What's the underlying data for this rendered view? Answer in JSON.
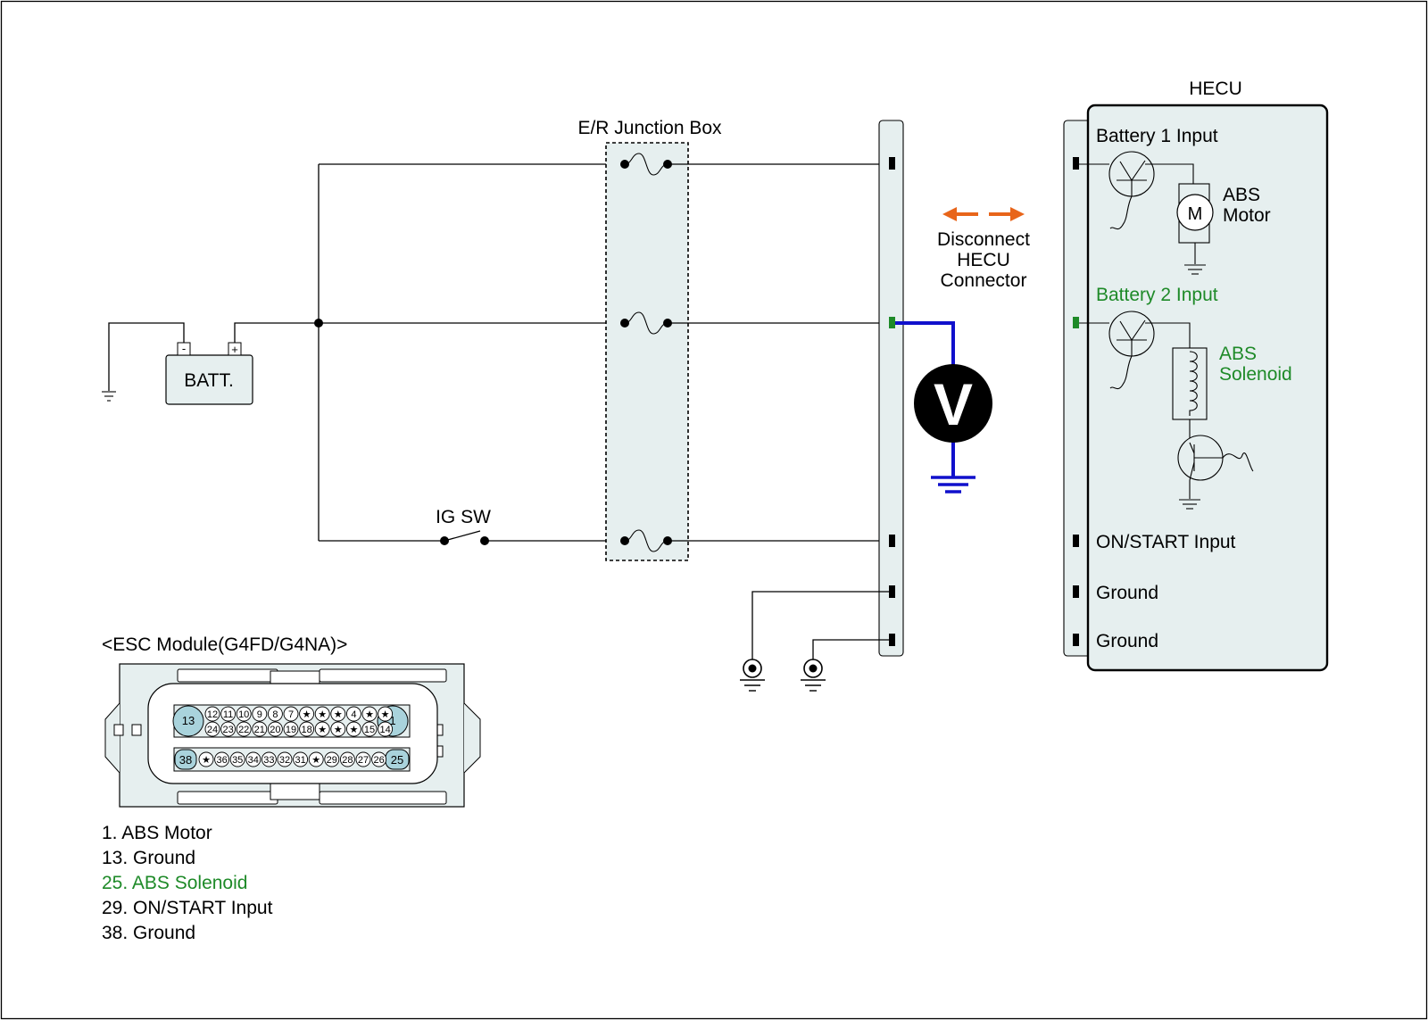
{
  "colors": {
    "panel_fill": "#e6efef",
    "meter_wire": "#1010cc",
    "arrow": "#e8651a",
    "highlight_text": "#1e8a28",
    "pin_marker": "#000000",
    "pin_marker_active": "#1e8a28",
    "connector_cavity": "#a9d3dc"
  },
  "junction_box": {
    "title": "E/R Junction Box"
  },
  "battery": {
    "label": "BATT.",
    "neg": "-",
    "pos": "+"
  },
  "ig_switch": {
    "label": "IG SW"
  },
  "disconnect": {
    "line1": "Disconnect",
    "line2": "HECU",
    "line3": "Connector"
  },
  "voltmeter": {
    "symbol": "V"
  },
  "hecu": {
    "title": "HECU",
    "battery1": "Battery 1 Input",
    "motor_line1": "ABS",
    "motor_line2": "Motor",
    "motor_symbol": "M",
    "battery2": "Battery 2 Input",
    "solenoid_line1": "ABS",
    "solenoid_line2": "Solenoid",
    "on_start": "ON/START Input",
    "ground1": "Ground",
    "ground2": "Ground"
  },
  "esc": {
    "title": "<ESC Module(G4FD/G4NA)>",
    "big_pins": {
      "tl": "13",
      "tr": "1",
      "bl": "38",
      "br": "25"
    },
    "row1": [
      "12",
      "11",
      "10",
      "9",
      "8",
      "7",
      "★",
      "★",
      "★",
      "4",
      "★",
      "★"
    ],
    "row2": [
      "24",
      "23",
      "22",
      "21",
      "20",
      "19",
      "18",
      "★",
      "★",
      "★",
      "15",
      "14"
    ],
    "row3": [
      "★",
      "36",
      "35",
      "34",
      "33",
      "32",
      "31",
      "★",
      "29",
      "28",
      "27",
      "26"
    ]
  },
  "legend": [
    {
      "text": "1. ABS Motor",
      "highlight": false
    },
    {
      "text": "13. Ground",
      "highlight": false
    },
    {
      "text": "25. ABS Solenoid",
      "highlight": true
    },
    {
      "text": "29. ON/START Input",
      "highlight": false
    },
    {
      "text": "38. Ground",
      "highlight": false
    }
  ]
}
